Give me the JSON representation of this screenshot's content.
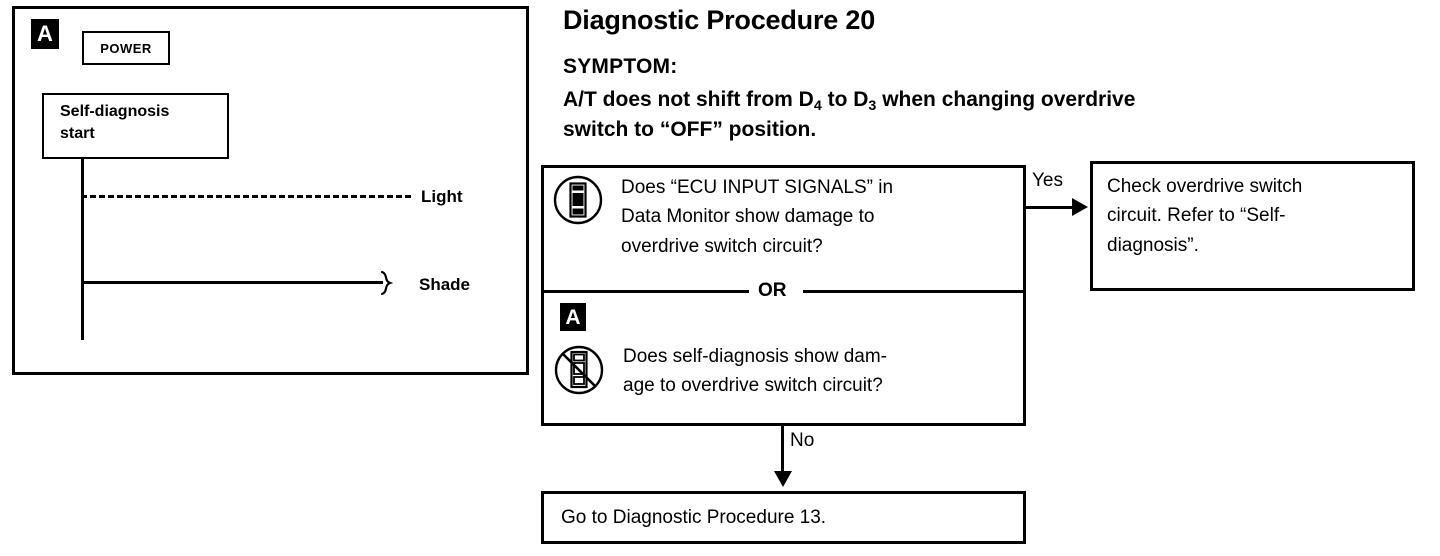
{
  "document": {
    "title": "Diagnostic Procedure 20",
    "symptom_heading": "SYMPTOM:",
    "symptom_line1_part1": "A/T does not shift from D",
    "symptom_sub1": "4",
    "symptom_line1_part2": " to D",
    "symptom_sub2": "3",
    "symptom_line1_part3": " when changing overdrive",
    "symptom_line2": "switch to “OFF” position."
  },
  "illustration": {
    "badge": "A",
    "power_label": "POWER",
    "self_diagnosis_box": "Self-diagnosis\nstart",
    "light_label": "Light",
    "shade_label": "Shade"
  },
  "flowchart": {
    "question_box": {
      "badge": "A",
      "or_label": "OR",
      "question_consult": "Does “ECU INPUT SIGNALS” in\nData Monitor show damage to\noverdrive switch circuit?",
      "question_self_diagnosis": "Does self-diagnosis show dam-\nage to overdrive switch circuit?",
      "icon_consult": "consult-device-icon",
      "icon_no_consult": "no-consult-device-icon"
    },
    "yes_branch": {
      "label": "Yes",
      "result": "Check overdrive switch\ncircuit. Refer to “Self-\ndiagnosis”."
    },
    "no_branch": {
      "label": "No",
      "result": "Go to Diagnostic Procedure 13."
    }
  },
  "colors": {
    "ink": "#000000",
    "paper": "#ffffff"
  }
}
